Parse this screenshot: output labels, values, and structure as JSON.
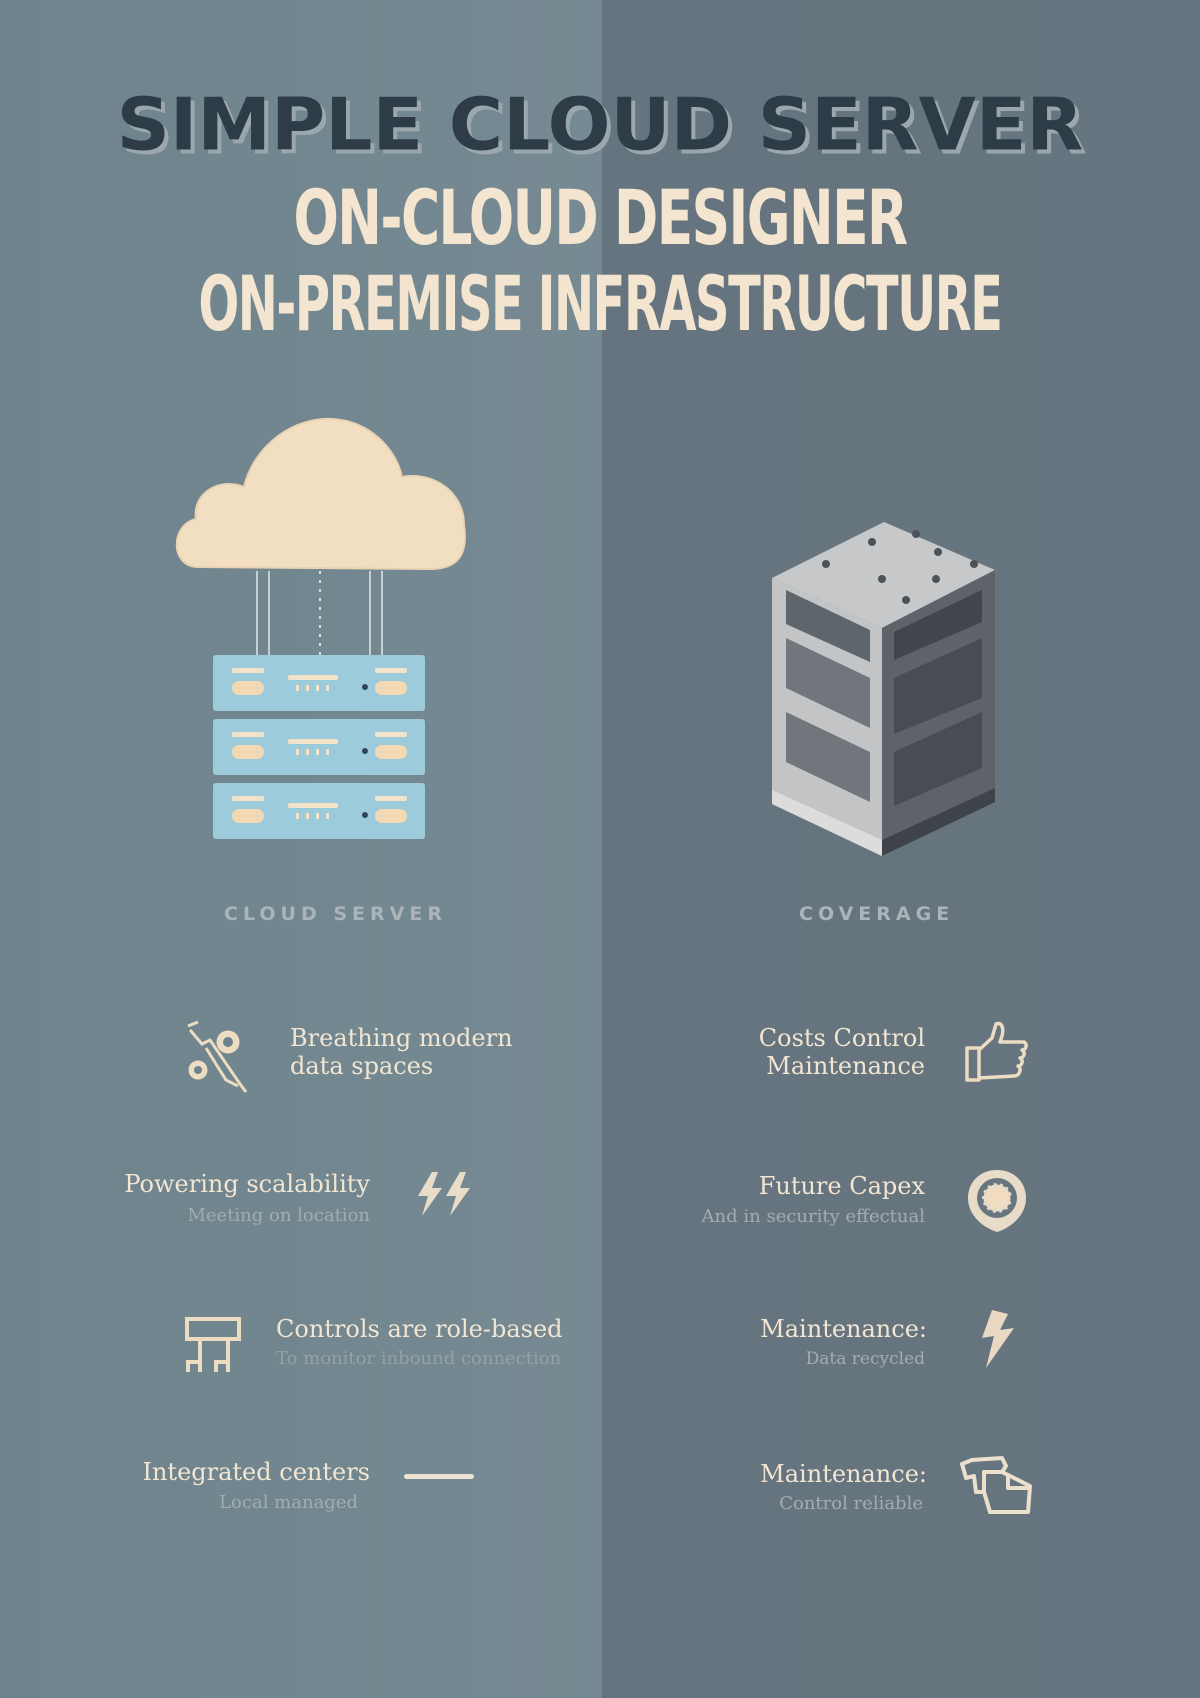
{
  "header": {
    "title": "SIMPLE CLOUD SERVER",
    "subtitle_line1": "ON-CLOUD DESIGNER",
    "subtitle_line2": "ON-PREMISE INFRASTRUCTURE"
  },
  "colors": {
    "left_bg": "#748891",
    "right_bg": "#66757f",
    "title": "#2e3c47",
    "cream": "#f3e5cf",
    "server_blue": "#9ccbdb"
  },
  "left": {
    "illustration": "cloud-server-icon",
    "label": "CLOUD SERVER",
    "features": [
      {
        "title_line1": "Breathing modern",
        "title_line2": "data spaces",
        "icon": "gears-wrench-icon"
      },
      {
        "title": "Powering scalability",
        "subtitle": "Meeting on location",
        "icon": "double-lightning-icon"
      },
      {
        "title": "Controls are role-based",
        "subtitle": "To monitor inbound connection",
        "icon": "hierarchy-icon"
      },
      {
        "title": "Integrated centers",
        "subtitle": "Local managed",
        "icon": "dash-icon"
      }
    ]
  },
  "right": {
    "illustration": "datacenter-building-icon",
    "label": "COVERAGE",
    "features": [
      {
        "title_line1": "Costs Control",
        "title_line2": "Maintenance",
        "icon": "thumbs-up-icon"
      },
      {
        "title": "Future Capex",
        "subtitle": "And in security effectual",
        "icon": "shield-gear-icon"
      },
      {
        "title": "Maintenance:",
        "subtitle": "Data recycled",
        "icon": "lightning-icon"
      },
      {
        "title": "Maintenance:",
        "subtitle": "Control reliable",
        "icon": "box-icon"
      }
    ]
  }
}
